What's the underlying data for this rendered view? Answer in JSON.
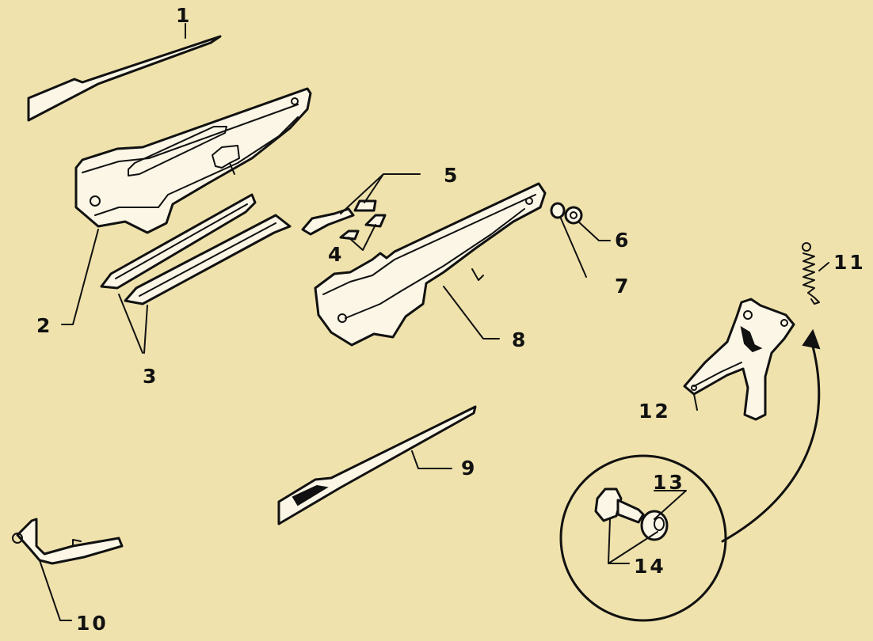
{
  "background_color": "#EFE2AC",
  "ink_color": "#111111",
  "part_fill_color": "#FBF6E6",
  "callouts": [
    {
      "id": "1",
      "text": "1"
    },
    {
      "id": "2",
      "text": "2"
    },
    {
      "id": "3",
      "text": "3"
    },
    {
      "id": "4",
      "text": "4"
    },
    {
      "id": "5",
      "text": "5"
    },
    {
      "id": "6",
      "text": "6"
    },
    {
      "id": "7",
      "text": "7"
    },
    {
      "id": "8",
      "text": "8"
    },
    {
      "id": "9",
      "text": "9"
    },
    {
      "id": "10",
      "text": "10"
    },
    {
      "id": "11",
      "text": "11"
    },
    {
      "id": "12",
      "text": "12"
    },
    {
      "id": "13",
      "text": "13"
    },
    {
      "id": "14",
      "text": "14"
    }
  ]
}
